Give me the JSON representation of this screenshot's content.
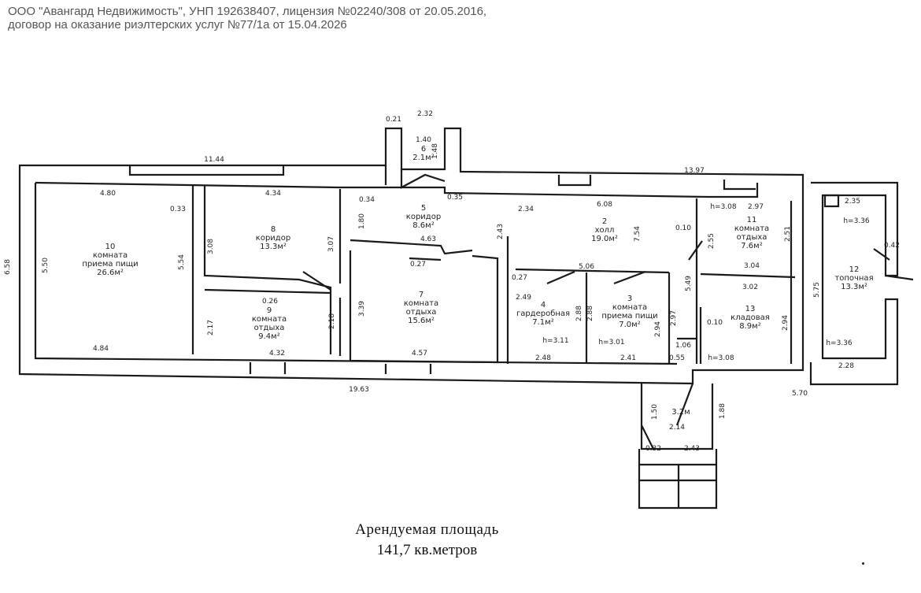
{
  "header": {
    "line1": "ООО \"Авангард Недвижимость\", УНП 192638407, лицензия №02240/308 от 20.05.2016,",
    "line2": "договор на оказание риэлтерских услуг №77/1а от 15.04.2026"
  },
  "rooms": [
    {
      "id": "r10",
      "num": "10",
      "name1": "комната",
      "name2": "приема пищи",
      "area": "26.6м²"
    },
    {
      "id": "r8",
      "num": "8",
      "name1": "коридор",
      "name2": "",
      "area": "13.3м²"
    },
    {
      "id": "r9",
      "num": "9",
      "name1": "комната",
      "name2": "отдыха",
      "area": "9.4м²"
    },
    {
      "id": "r6",
      "num": "6",
      "name1": "",
      "name2": "",
      "area": "2.1м²"
    },
    {
      "id": "r5",
      "num": "5",
      "name1": "коридор",
      "name2": "",
      "area": "8.6м²"
    },
    {
      "id": "r7",
      "num": "7",
      "name1": "комната",
      "name2": "отдыха",
      "area": "15.6м²"
    },
    {
      "id": "r2",
      "num": "2",
      "name1": "холл",
      "name2": "",
      "area": "19.0м²"
    },
    {
      "id": "r4",
      "num": "4",
      "name1": "гардеробная",
      "name2": "",
      "area": "7.1м²"
    },
    {
      "id": "r3",
      "num": "3",
      "name1": "комната",
      "name2": "приема пищи",
      "area": "7.0м²"
    },
    {
      "id": "r11",
      "num": "11",
      "name1": "комната",
      "name2": "отдыха",
      "area": "7.6м²"
    },
    {
      "id": "r13",
      "num": "13",
      "name1": "кладовая",
      "name2": "",
      "area": "8.9м²"
    },
    {
      "id": "r12",
      "num": "12",
      "name1": "топочная",
      "name2": "",
      "area": "13.3м²"
    },
    {
      "id": "r1",
      "num": "",
      "name1": "",
      "name2": "",
      "area": "3.2м"
    }
  ],
  "dimensions": [
    "2.32",
    "0.21",
    "1.40",
    "1.48",
    "11.44",
    "13.97",
    "4.80",
    "4.34",
    "0.33",
    "0.34",
    "0.35",
    "2.34",
    "6.08",
    "h=3.08",
    "2.97",
    "2.35",
    "h=3.36",
    "0.42",
    "6.58",
    "5.50",
    "5.54",
    "3.08",
    "3.07",
    "1.80",
    "4.63",
    "0.27",
    "2.43",
    "7.54",
    "0.10",
    "2.55",
    "2.51",
    "3.04",
    "5.06",
    "0.26",
    "0.27",
    "2.49",
    "2.88",
    "2.88",
    "5.49",
    "3.02",
    "5.75",
    "2.17",
    "2.18",
    "3.39",
    "2.97",
    "2.94",
    "2.94",
    "0.10",
    "h=3.11",
    "h=3.01",
    "1.06",
    "h=3.36",
    "4.84",
    "4.32",
    "4.57",
    "2.48",
    "2.41",
    "0.55",
    "h=3.08",
    "2.28",
    "19.63",
    "5.70",
    "1.50",
    "2.14",
    "1.88",
    "0.32",
    "2.43"
  ],
  "footer": {
    "line1": "Арендуемая  площадь",
    "line2": "141,7 кв.метров"
  }
}
